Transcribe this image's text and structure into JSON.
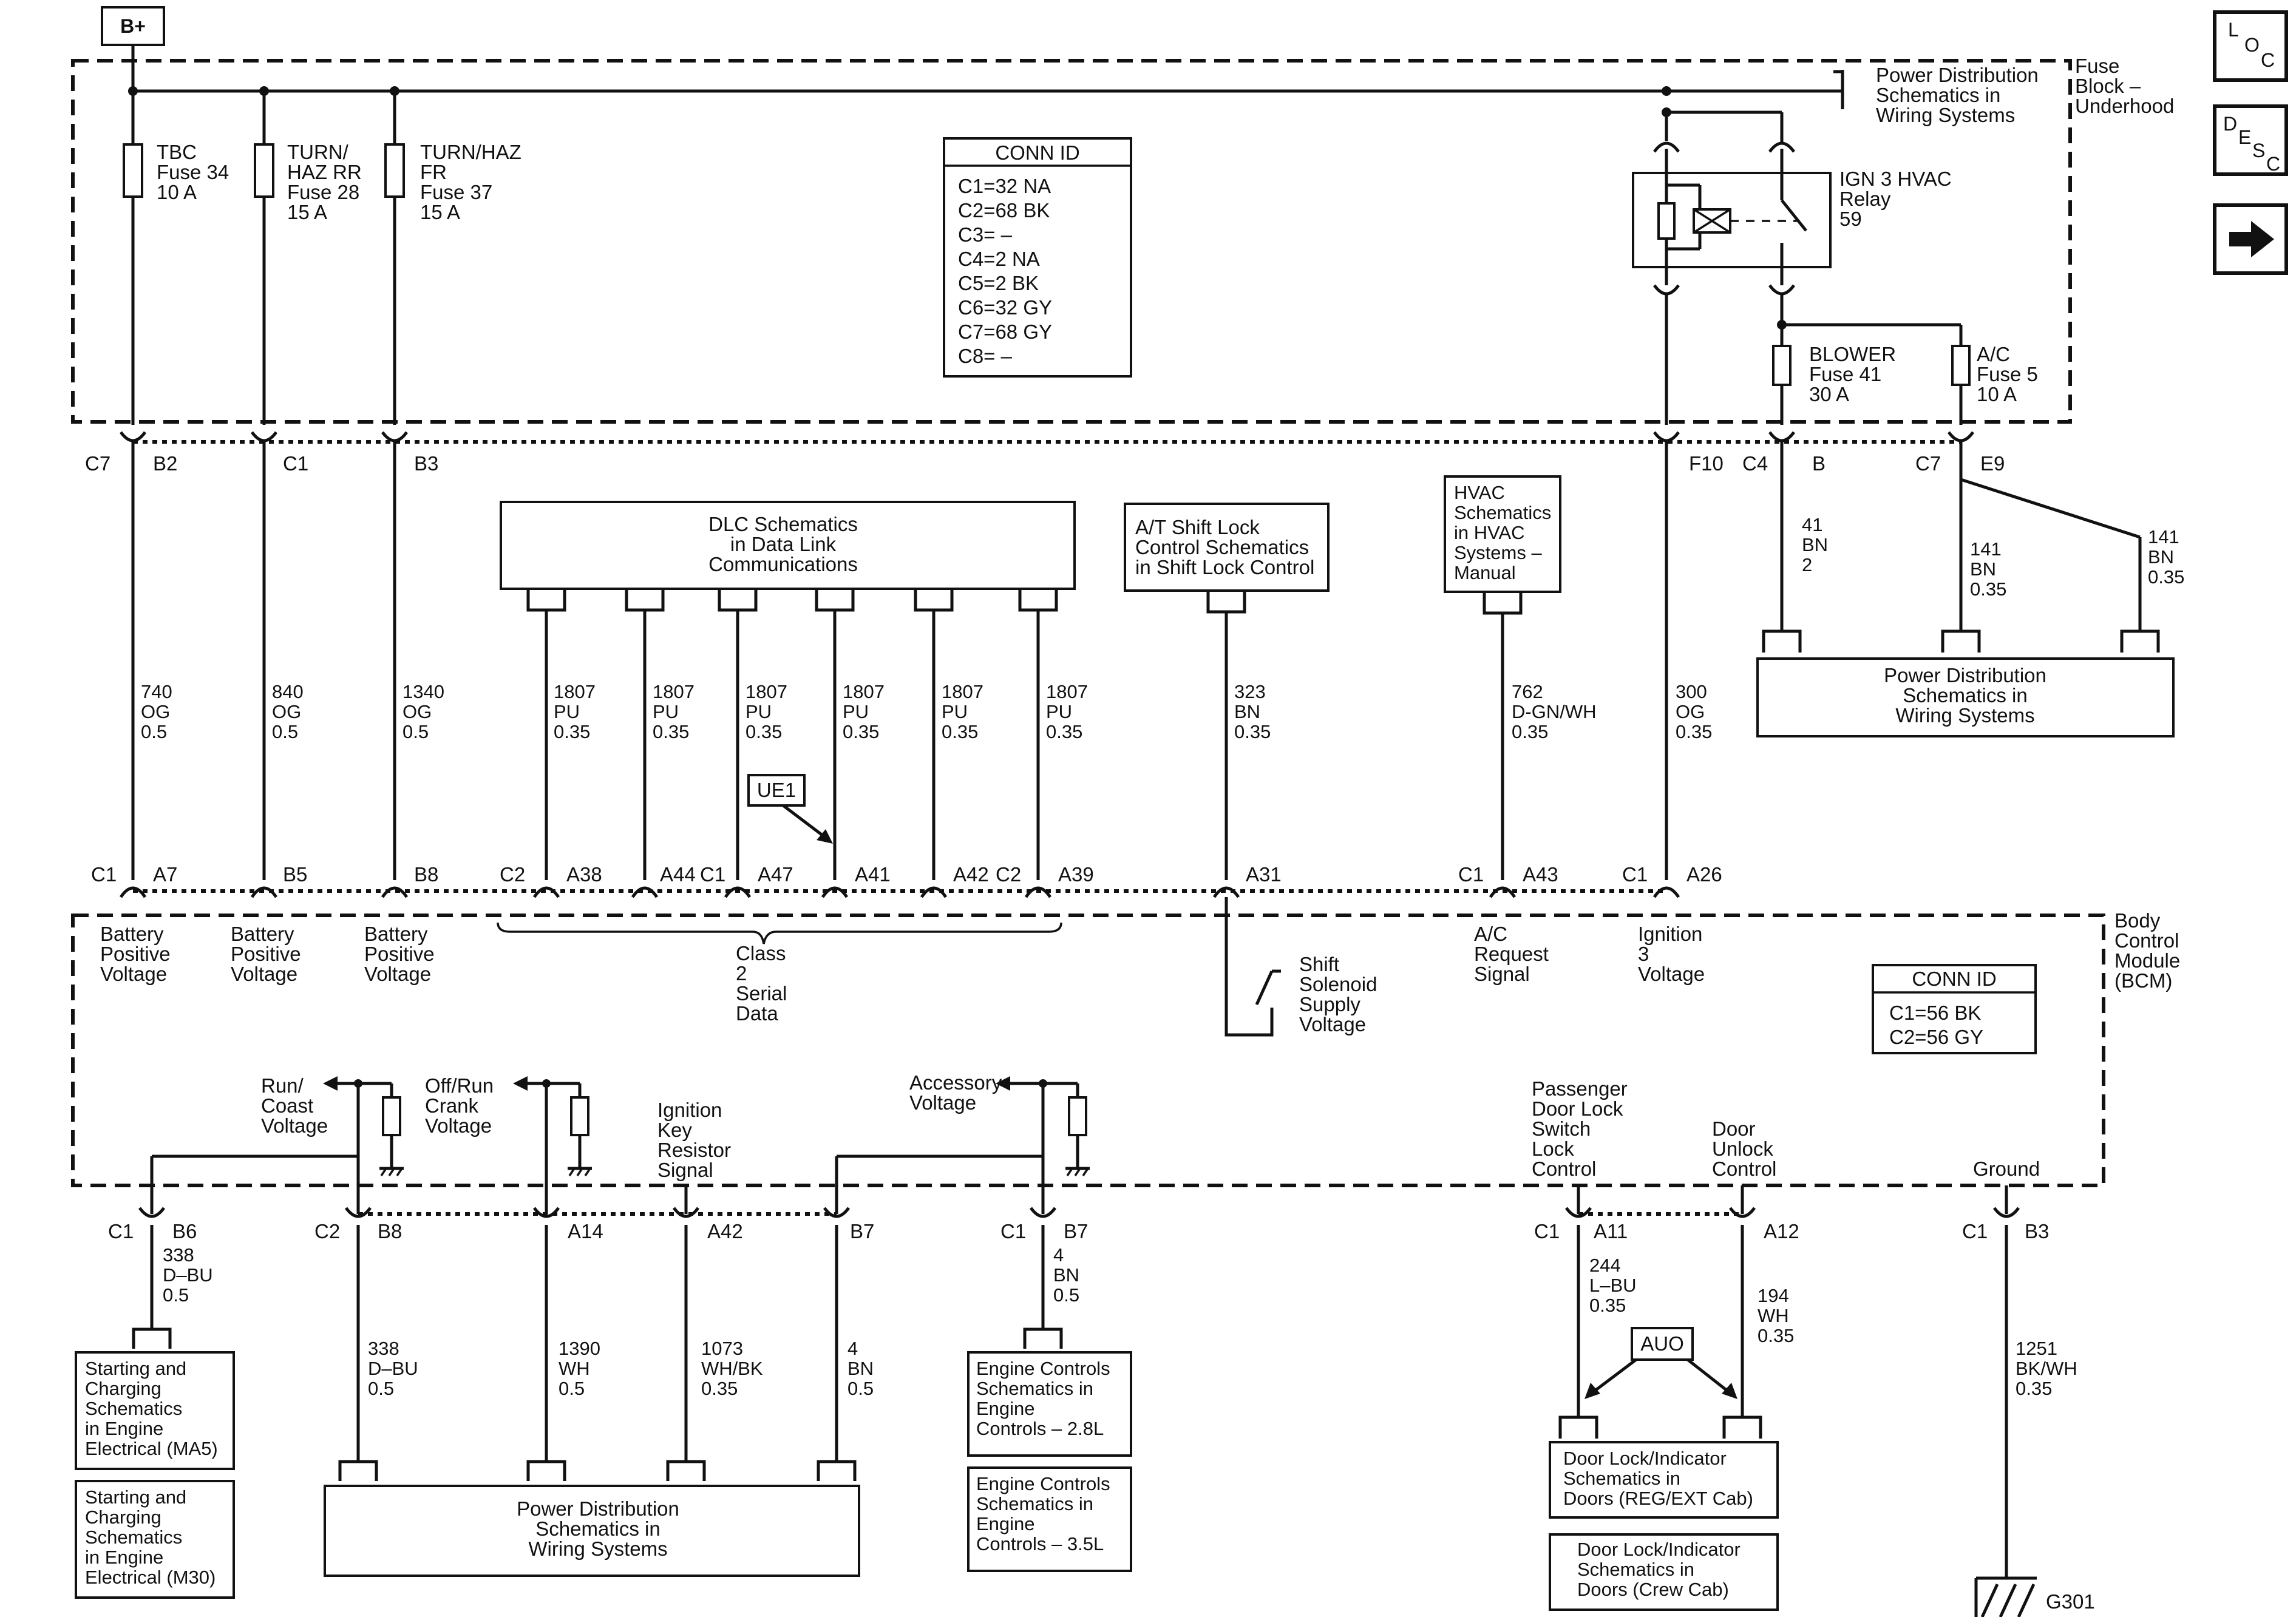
{
  "supply": {
    "label": "B+"
  },
  "nav": {
    "loc": [
      "L",
      "O",
      "C"
    ],
    "desc": [
      "D",
      "E",
      "S",
      "C"
    ],
    "next_arrow": "right-arrow-icon"
  },
  "fuse_block": {
    "title": [
      "Fuse",
      "Block –",
      "Underhood"
    ],
    "power_ref": [
      "Power Distribution",
      "Schematics in",
      "Wiring Systems"
    ],
    "fuses": [
      {
        "lines": [
          "TBC",
          "Fuse 34",
          "10 A"
        ]
      },
      {
        "lines": [
          "TURN/",
          "HAZ RR",
          "Fuse 28",
          "15 A"
        ]
      },
      {
        "lines": [
          "TURN/HAZ",
          "FR",
          "Fuse 37",
          "15 A"
        ]
      }
    ],
    "relay": [
      "IGN 3 HVAC",
      "Relay",
      "59"
    ],
    "blower": [
      "BLOWER",
      "Fuse 41",
      "30 A"
    ],
    "ac": [
      "A/C",
      "Fuse 5",
      "10 A"
    ]
  },
  "conn_id_1": {
    "title": "CONN ID",
    "rows": [
      "C1=32 NA",
      "C2=68 BK",
      "C3= –",
      "C4=2 NA",
      "C5=2 BK",
      "C6=32 GY",
      "C7=68 GY",
      "C8= –"
    ]
  },
  "conn_id_2": {
    "title": "CONN ID",
    "rows": [
      "C1=56 BK",
      "C2=56 GY"
    ]
  },
  "upper_connectors": {
    "c7": "C7",
    "b2": "B2",
    "c1": "C1",
    "b3": "B3",
    "f10": "F10",
    "c4": "C4",
    "b": "B",
    "c7b": "C7",
    "e9": "E9"
  },
  "upper_wires": [
    {
      "lines": [
        "740",
        "OG",
        "0.5"
      ]
    },
    {
      "lines": [
        "840",
        "OG",
        "0.5"
      ]
    },
    {
      "lines": [
        "1340",
        "OG",
        "0.5"
      ]
    },
    {
      "lines": [
        "1807",
        "PU",
        "0.35"
      ]
    },
    {
      "lines": [
        "1807",
        "PU",
        "0.35"
      ]
    },
    {
      "lines": [
        "1807",
        "PU",
        "0.35"
      ]
    },
    {
      "lines": [
        "1807",
        "PU",
        "0.35"
      ]
    },
    {
      "lines": [
        "1807",
        "PU",
        "0.35"
      ]
    },
    {
      "lines": [
        "1807",
        "PU",
        "0.35"
      ]
    },
    {
      "lines": [
        "323",
        "BN",
        "0.35"
      ]
    },
    {
      "lines": [
        "762",
        "D-GN/WH",
        "0.35"
      ]
    },
    {
      "lines": [
        "300",
        "OG",
        "0.35"
      ]
    },
    {
      "lines": [
        "41",
        "BN",
        "2"
      ]
    },
    {
      "lines": [
        "141",
        "BN",
        "0.35"
      ]
    },
    {
      "lines": [
        "141",
        "BN",
        "0.35"
      ]
    }
  ],
  "refs": {
    "dlc": [
      "DLC Schematics",
      "in Data Link",
      "Communications"
    ],
    "shift_lock": [
      "A/T Shift Lock",
      "Control Schematics",
      "in Shift Lock Control"
    ],
    "hvac": [
      "HVAC",
      "Schematics",
      "in HVAC",
      "Systems –",
      "Manual"
    ],
    "power_dist_right": [
      "Power Distribution",
      "Schematics in",
      "Wiring Systems"
    ],
    "ue1": "UE1"
  },
  "bcm_top_pins": {
    "c1a": "C1",
    "a7": "A7",
    "b5": "B5",
    "b8": "B8",
    "c2a": "C2",
    "a38": "A38",
    "a44": "A44",
    "c1b": "C1",
    "a47": "A47",
    "a41": "A41",
    "a42": "A42",
    "c2b": "C2",
    "a39": "A39",
    "a31": "A31",
    "c1c": "C1",
    "a43": "A43",
    "c1d": "C1",
    "a26": "A26"
  },
  "bcm": {
    "title": [
      "Body",
      "Control",
      "Module",
      "(BCM)"
    ],
    "bat1": [
      "Battery",
      "Positive",
      "Voltage"
    ],
    "bat2": [
      "Battery",
      "Positive",
      "Voltage"
    ],
    "bat3": [
      "Battery",
      "Positive",
      "Voltage"
    ],
    "class2": [
      "Class",
      "2",
      "Serial",
      "Data"
    ],
    "shift": [
      "Shift",
      "Solenoid",
      "Supply",
      "Voltage"
    ],
    "ac_req": [
      "A/C",
      "Request",
      "Signal"
    ],
    "ign3": [
      "Ignition",
      "3",
      "Voltage"
    ],
    "run_coast": [
      "Run/",
      "Coast",
      "Voltage"
    ],
    "off_run": [
      "Off/Run",
      "Crank",
      "Voltage"
    ],
    "ign_key": [
      "Ignition",
      "Key",
      "Resistor",
      "Signal"
    ],
    "accessory": [
      "Accessory",
      "Voltage"
    ],
    "pass_door": [
      "Passenger",
      "Door Lock",
      "Switch",
      "Lock",
      "Control"
    ],
    "door_unlock": [
      "Door",
      "Unlock",
      "Control"
    ],
    "ground": "Ground"
  },
  "bcm_bottom_pins": {
    "c1a": "C1",
    "b6": "B6",
    "c2": "C2",
    "b8": "B8",
    "a14": "A14",
    "a42": "A42",
    "b7a": "B7",
    "c1b": "C1",
    "b7b": "B7",
    "c1c": "C1",
    "a11": "A11",
    "a12": "A12",
    "c1d": "C1",
    "b3": "B3"
  },
  "lower_wires": [
    {
      "lines": [
        "338",
        "D–BU",
        "0.5"
      ]
    },
    {
      "lines": [
        "338",
        "D–BU",
        "0.5"
      ]
    },
    {
      "lines": [
        "1390",
        "WH",
        "0.5"
      ]
    },
    {
      "lines": [
        "1073",
        "WH/BK",
        "0.35"
      ]
    },
    {
      "lines": [
        "4",
        "BN",
        "0.5"
      ]
    },
    {
      "lines": [
        "4",
        "BN",
        "0.5"
      ]
    },
    {
      "lines": [
        "244",
        "L–BU",
        "0.35"
      ]
    },
    {
      "lines": [
        "194",
        "WH",
        "0.35"
      ]
    },
    {
      "lines": [
        "1251",
        "BK/WH",
        "0.35"
      ]
    }
  ],
  "lower_refs": {
    "start_ma5": [
      "Starting and",
      "Charging",
      "Schematics",
      "in Engine",
      "Electrical (MA5)"
    ],
    "start_m30": [
      "Starting and",
      "Charging",
      "Schematics",
      "in Engine",
      "Electrical (M30)"
    ],
    "power_dist": [
      "Power Distribution",
      "Schematics in",
      "Wiring Systems"
    ],
    "eng_28": [
      "Engine Controls",
      "Schematics in",
      "Engine",
      "Controls – 2.8L"
    ],
    "eng_35": [
      "Engine Controls",
      "Schematics in",
      "Engine",
      "Controls – 3.5L"
    ],
    "auo": "AUO",
    "door_reg": [
      "Door Lock/Indicator",
      "Schematics in",
      "Doors (REG/EXT Cab)"
    ],
    "door_crew": [
      "Door Lock/Indicator",
      "Schematics in",
      "Doors (Crew Cab)"
    ],
    "g301": "G301"
  }
}
